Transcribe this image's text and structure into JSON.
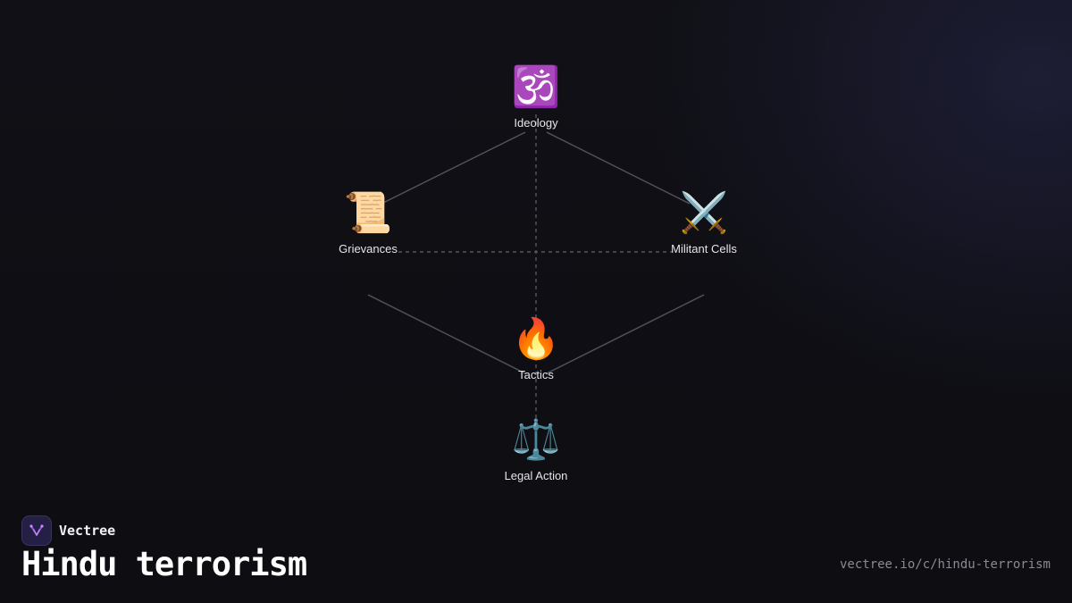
{
  "diagram": {
    "nodes": [
      {
        "id": "ideology",
        "label": "Ideology",
        "icon": "om-icon",
        "glyph": "🕉️"
      },
      {
        "id": "grievances",
        "label": "Grievances",
        "icon": "scroll-icon",
        "glyph": "📜"
      },
      {
        "id": "militant",
        "label": "Militant Cells",
        "icon": "crossed-swords-icon",
        "glyph": "⚔️"
      },
      {
        "id": "tactics",
        "label": "Tactics",
        "icon": "fire-icon",
        "glyph": "🔥"
      },
      {
        "id": "legal",
        "label": "Legal Action",
        "icon": "scales-icon",
        "glyph": "⚖️"
      }
    ],
    "edges": [
      {
        "from": "ideology",
        "to": "grievances",
        "style": "solid"
      },
      {
        "from": "ideology",
        "to": "militant",
        "style": "solid"
      },
      {
        "from": "grievances",
        "to": "tactics",
        "style": "solid"
      },
      {
        "from": "militant",
        "to": "tactics",
        "style": "solid"
      },
      {
        "from": "grievances",
        "to": "militant",
        "style": "dashed"
      },
      {
        "from": "ideology",
        "to": "legal",
        "style": "dashed"
      }
    ]
  },
  "brand": {
    "name": "Vectree",
    "logo_icon": "vectree-logo-icon",
    "accent": "#9b5de5"
  },
  "page": {
    "title": "Hindu terrorism",
    "url": "vectree.io/c/hindu-terrorism"
  }
}
